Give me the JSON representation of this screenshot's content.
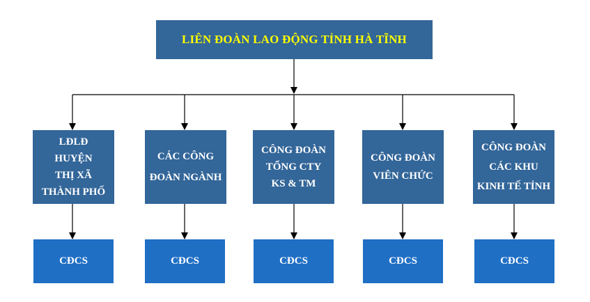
{
  "root": {
    "label": "LIÊN ĐOÀN LAO ĐỘNG TỈNH HÀ TĨNH"
  },
  "units": [
    {
      "lines": [
        "LĐLĐ",
        "HUYỆN",
        "THỊ XÃ",
        "THÀNH PHỐ"
      ],
      "child": "CĐCS"
    },
    {
      "lines": [
        "CÁC CÔNG",
        "ĐOÀN NGÀNH"
      ],
      "child": "CĐCS"
    },
    {
      "lines": [
        "CÔNG ĐOÀN",
        "TỔNG CTY",
        "KS & TM"
      ],
      "child": "CĐCS"
    },
    {
      "lines": [
        "CÔNG ĐOÀN",
        "VIÊN CHỨC"
      ],
      "child": "CĐCS"
    },
    {
      "lines": [
        "CÔNG ĐOÀN",
        "CÁC KHU",
        "KINH TẾ TỈNH"
      ],
      "child": "CĐCS"
    }
  ],
  "colors": {
    "box": "#336699",
    "leaf_box": "#1f6fc5",
    "root_text": "#ffff00",
    "text": "#ffffff",
    "line": "#000000"
  }
}
